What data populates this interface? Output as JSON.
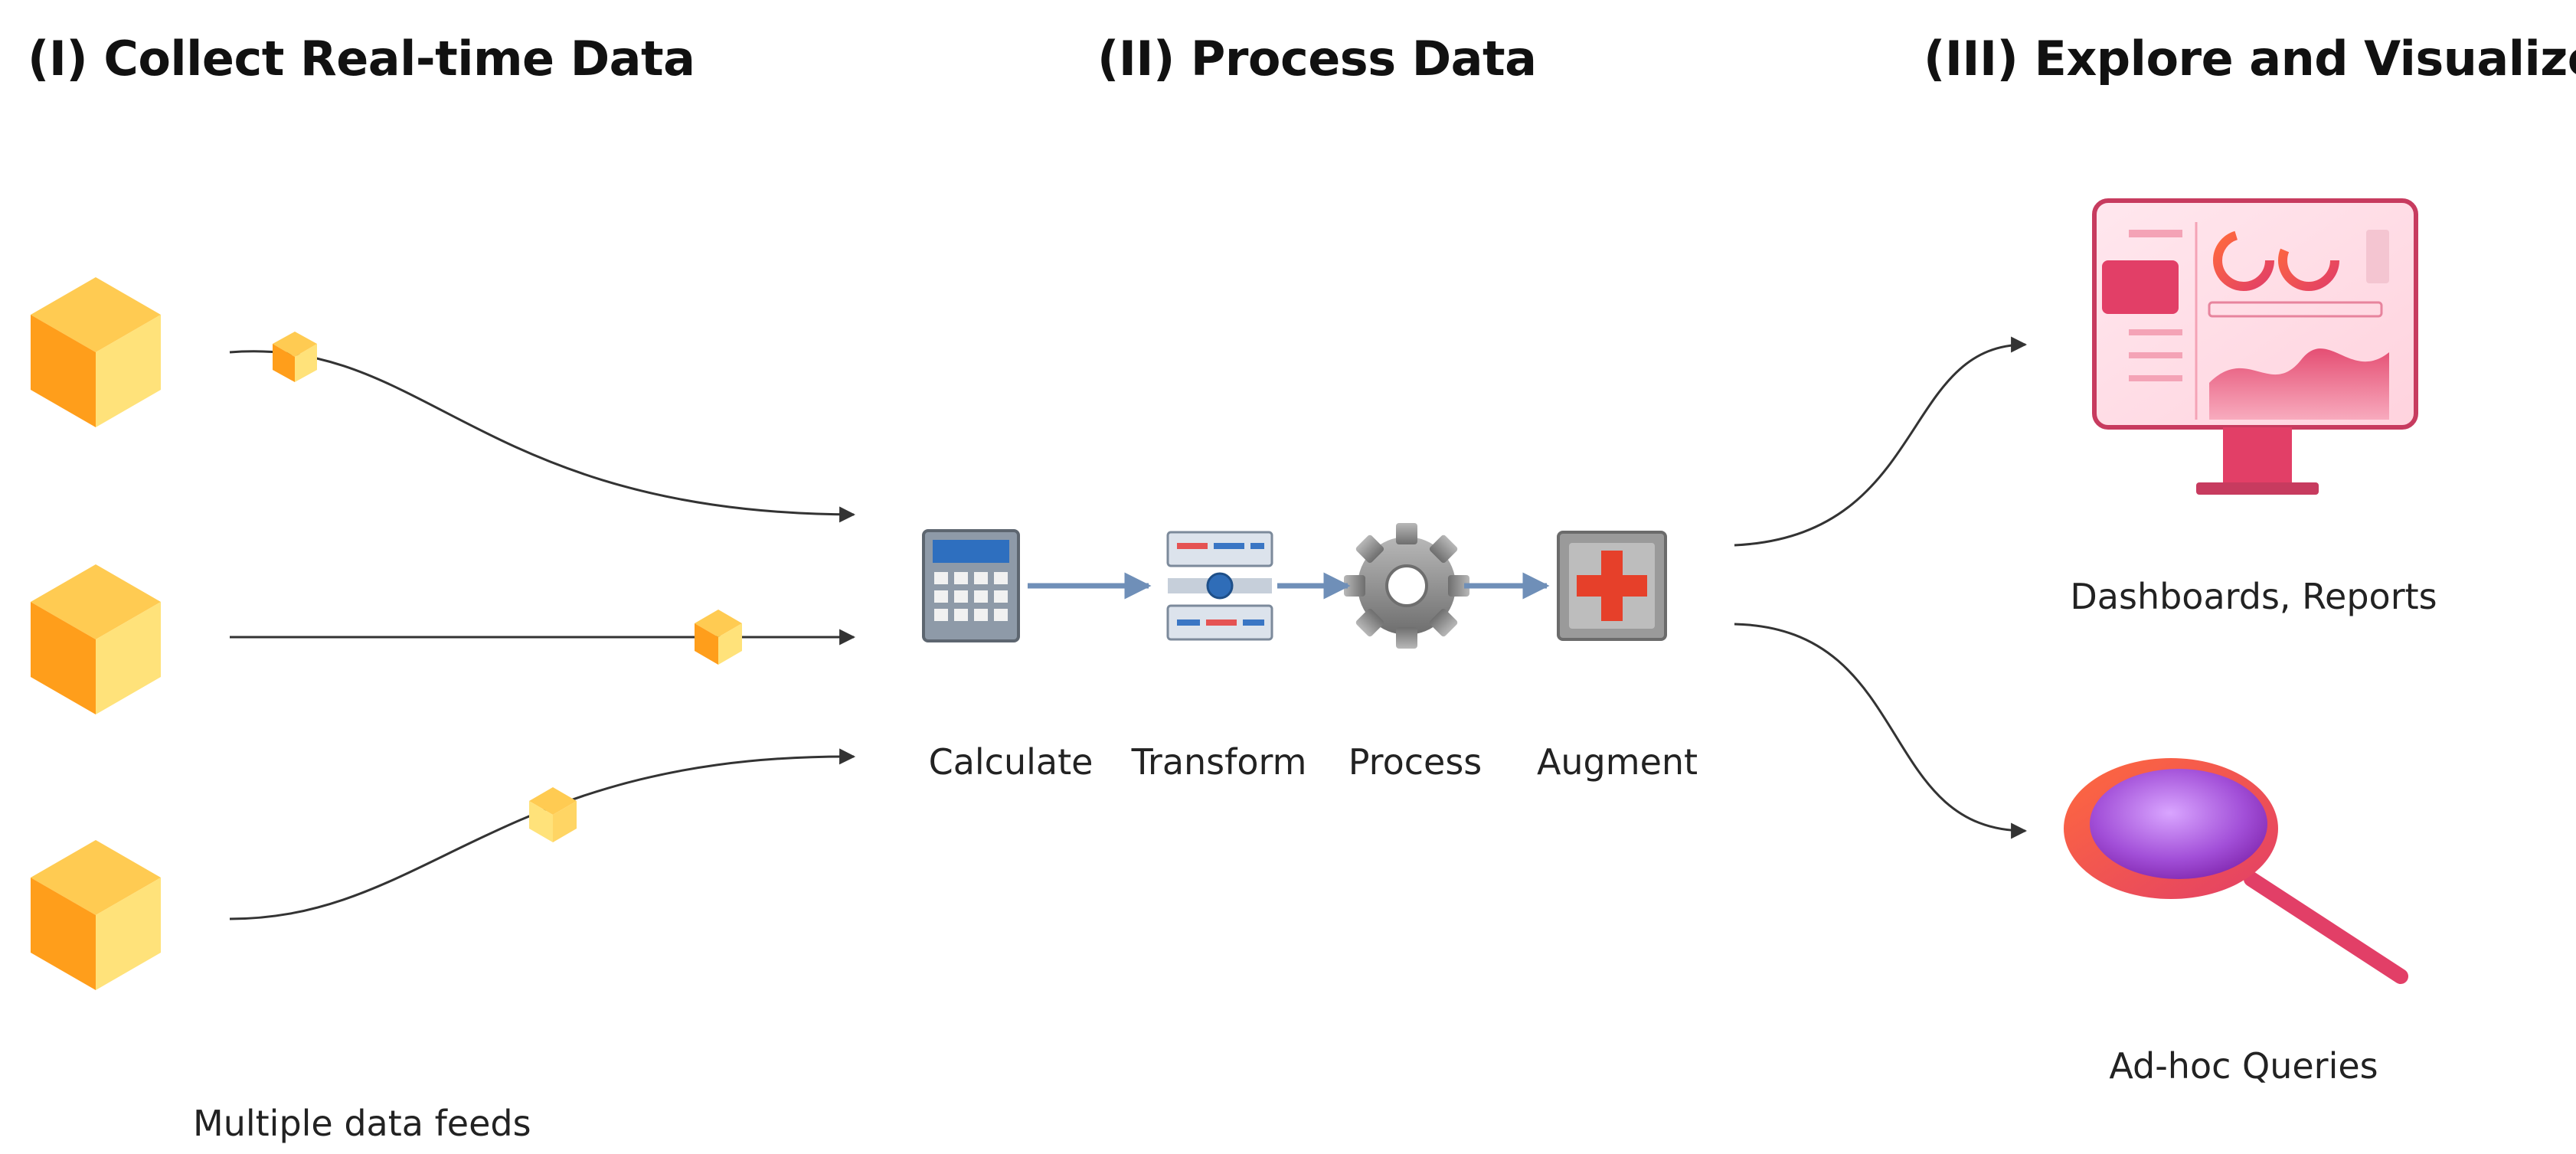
{
  "sections": {
    "collect": {
      "title": "(I) Collect Real-time Data",
      "caption": "Multiple data feeds"
    },
    "process": {
      "title": "(II) Process Data",
      "steps": [
        {
          "label": "Calculate",
          "icon": "calculator-icon"
        },
        {
          "label": "Transform",
          "icon": "transform-icon"
        },
        {
          "label": "Process",
          "icon": "gear-icon"
        },
        {
          "label": "Augment",
          "icon": "plus-icon"
        }
      ]
    },
    "explore": {
      "title": "(III) Explore and Visualize",
      "outputs": [
        {
          "label": "Dashboards, Reports",
          "icon": "dashboard-monitor-icon"
        },
        {
          "label": "Ad-hoc Queries",
          "icon": "magnifier-icon"
        }
      ]
    }
  },
  "colors": {
    "cube": "#FFA726",
    "arrow_blue": "#6F8FB8",
    "dashboard": "#E23F67",
    "magnifier": "#8E2DB5"
  }
}
